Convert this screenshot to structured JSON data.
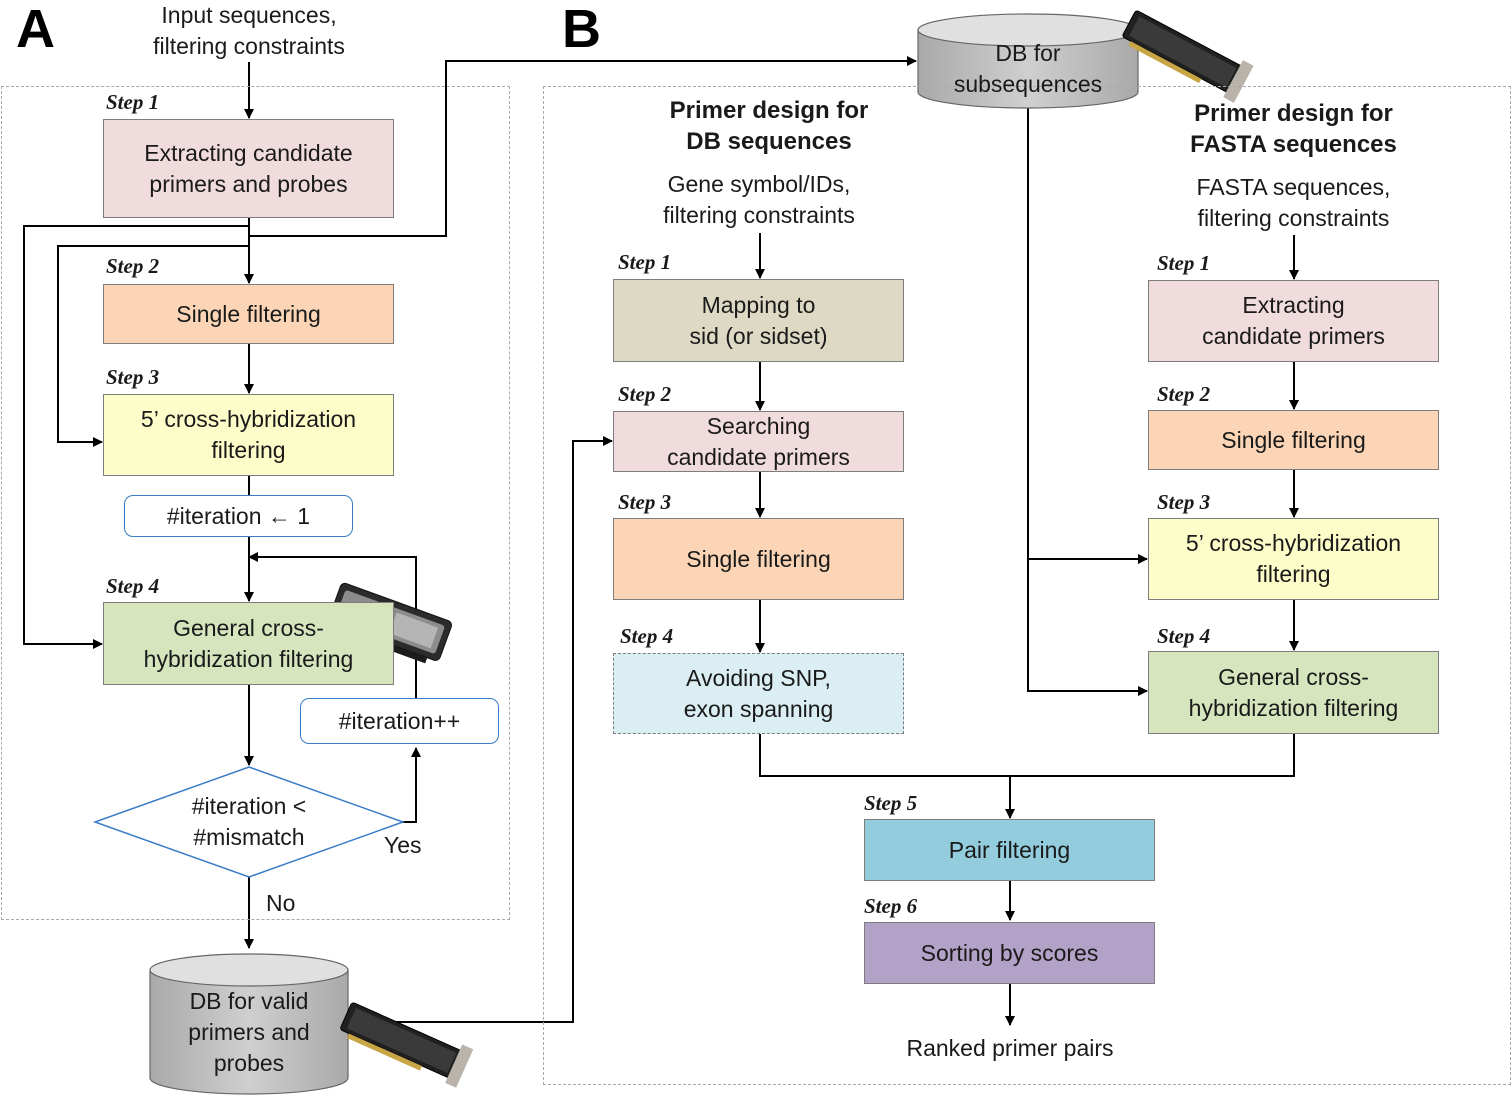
{
  "panels": {
    "a": "A",
    "b": "B"
  },
  "panel_a": {
    "input": "Input sequences,\nfiltering constraints",
    "steps": [
      "Step 1",
      "Step 2",
      "Step 3",
      "Step 4"
    ],
    "box_extract": "Extracting candidate\nprimers and probes",
    "box_single": "Single filtering",
    "box_five_prime": "5’ cross-hybridization\nfiltering",
    "init_counter": "#iteration ← 1",
    "box_general": "General cross-\nhybridization filtering",
    "increment_counter": "#iteration++",
    "decision": "#iteration <\n#mismatch",
    "yes_label": "Yes",
    "no_label": "No",
    "db_valid": "DB for valid\nprimers and\nprobes"
  },
  "db_subsequences": "DB for\nsubsequences",
  "panel_b": {
    "db_column": {
      "heading": "Primer design for\nDB sequences",
      "input": "Gene symbol/IDs,\nfiltering constraints",
      "steps": [
        "Step 1",
        "Step 2",
        "Step 3",
        "Step 4"
      ],
      "box_mapping": "Mapping to\nsid (or sidset)",
      "box_searching": "Searching\ncandidate primers",
      "box_single": "Single filtering",
      "box_snp": "Avoiding SNP,\nexon spanning"
    },
    "fasta_column": {
      "heading": "Primer design for\nFASTA sequences",
      "input": "FASTA sequences,\nfiltering constraints",
      "steps": [
        "Step 1",
        "Step 2",
        "Step 3",
        "Step 4"
      ],
      "box_extract": "Extracting\ncandidate primers",
      "box_single": "Single filtering",
      "box_five_prime": "5’ cross-hybridization\nfiltering",
      "box_general": "General cross-\nhybridization filtering"
    },
    "steps_final": [
      "Step 5",
      "Step 6"
    ],
    "box_pair": "Pair filtering",
    "box_sort": "Sorting by scores",
    "output": "Ranked primer pairs"
  },
  "colors": {
    "pink": "#f1dcdd",
    "orange": "#fbd5b5",
    "yellow": "#fdfdc9",
    "green": "#d7e5bf",
    "olive": "#ddd9c4",
    "cyan": "#daeef3",
    "teal": "#93cddd",
    "purple": "#b3a2c7",
    "database": "#c0c0c0",
    "decision_border": "#3a7cc8"
  },
  "icons": [
    "gpu-card-icon",
    "fpga-card-icon"
  ]
}
